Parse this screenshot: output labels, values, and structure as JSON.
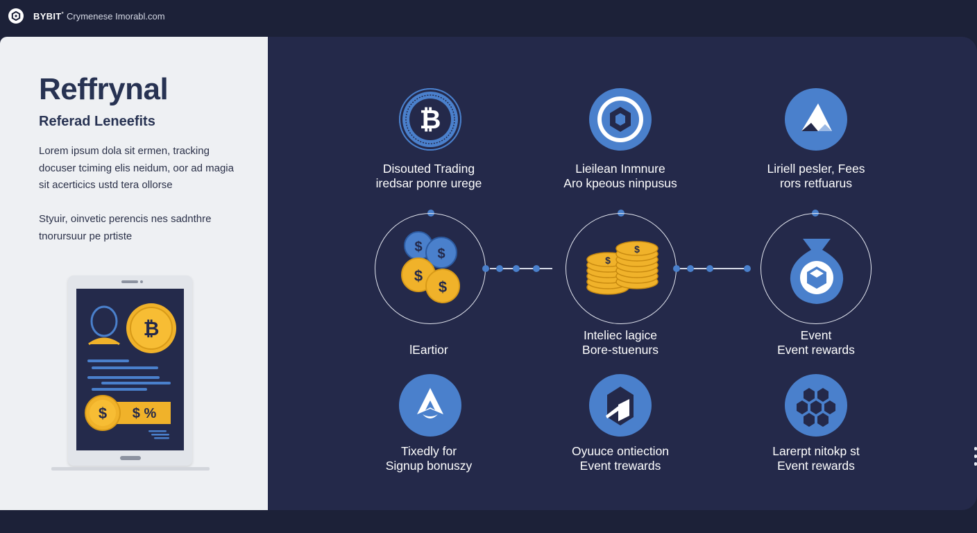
{
  "header": {
    "brand": "BYBIT",
    "brand_sub": "Crymenese Imorabl.com"
  },
  "left": {
    "title": "Reffrynal",
    "subtitle": "Referad Leneefits",
    "para1": "Lorem ipsum dola sit ermen, tracking docuser tciming  elis neidum, oor ad magia sit acerticics ustd tera ollorse",
    "para2": "Styuir, oinvetic perencis nes sadnthre tnorursuur pe prtiste",
    "tablet": {
      "coin_symbol": "₿",
      "dollar_symbol": "$",
      "promo_text": "$ %"
    }
  },
  "benefits": [
    {
      "icon": "bitcoin-coin-icon",
      "line1": "Disouted Trading",
      "line2": "iredsar ponre urege"
    },
    {
      "icon": "bybit-hexagon-icon",
      "line1": "Lieilean Inmnure",
      "line2": "Aro kpeous ninpusus"
    },
    {
      "icon": "arrow-up-icon",
      "line1": "Liriell pesler, Fees",
      "line2": "rors retfuarus"
    },
    {
      "icon": "coin-stack-icon",
      "line1": "lEartior",
      "line2": ""
    },
    {
      "icon": "gold-coins-icon",
      "line1": "Inteliec lagice",
      "line2": "Bore-stuenurs"
    },
    {
      "icon": "money-bag-icon",
      "line1": "Event",
      "line2": "Event rewards"
    },
    {
      "icon": "rocket-icon",
      "line1": "Tixedly for",
      "line2": "Signup bonuszy"
    },
    {
      "icon": "cube-arrow-icon",
      "line1": "Oyuuce ontiection",
      "line2": "Event trewards"
    },
    {
      "icon": "hexagon-cluster-icon",
      "line1": "Larerpt nitokp st",
      "line2": "Event rewards"
    }
  ],
  "colors": {
    "accent": "#4a80cc",
    "dark": "#24294a",
    "gold": "#f0b22a"
  }
}
